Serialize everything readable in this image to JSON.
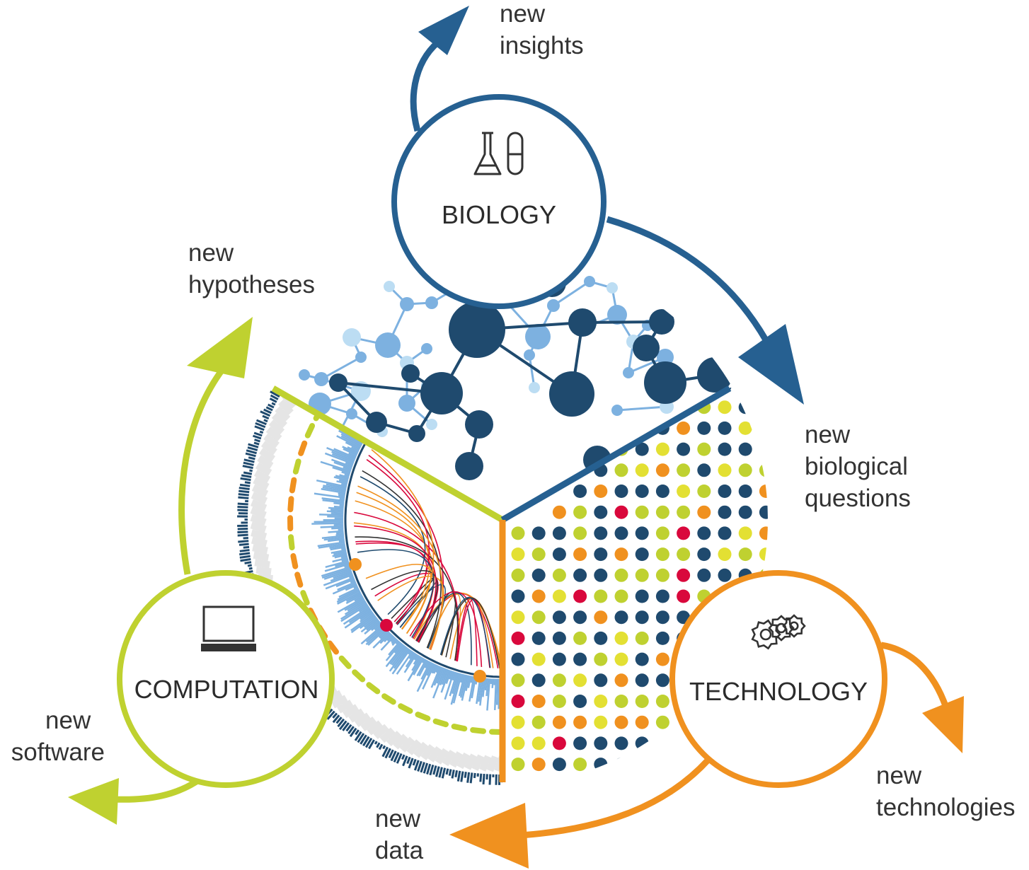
{
  "colors": {
    "biology": "#266091",
    "computation": "#BFD130",
    "technology": "#F0911F",
    "navy": "#1F4A6E",
    "light_blue": "#7DB1E0",
    "pale_blue": "#BCDDF3",
    "yellow": "#E3E033",
    "red": "#D9083C",
    "grey": "#E5E5E5"
  },
  "nodes": {
    "biology": {
      "label": "BIOLOGY",
      "icon": "lab-flask-test-tube-icon"
    },
    "computation": {
      "label": "COMPUTATION",
      "icon": "laptop-icon"
    },
    "technology": {
      "label": "TECHNOLOGY",
      "icon": "gears-icon"
    }
  },
  "outputs": {
    "insights": [
      "new",
      "insights"
    ],
    "questions": [
      "new",
      "biological",
      "questions"
    ],
    "technologies": [
      "new",
      "technologies"
    ],
    "data": [
      "new",
      "data"
    ],
    "software": [
      "new",
      "software"
    ],
    "hypotheses": [
      "new",
      "hypotheses"
    ]
  }
}
